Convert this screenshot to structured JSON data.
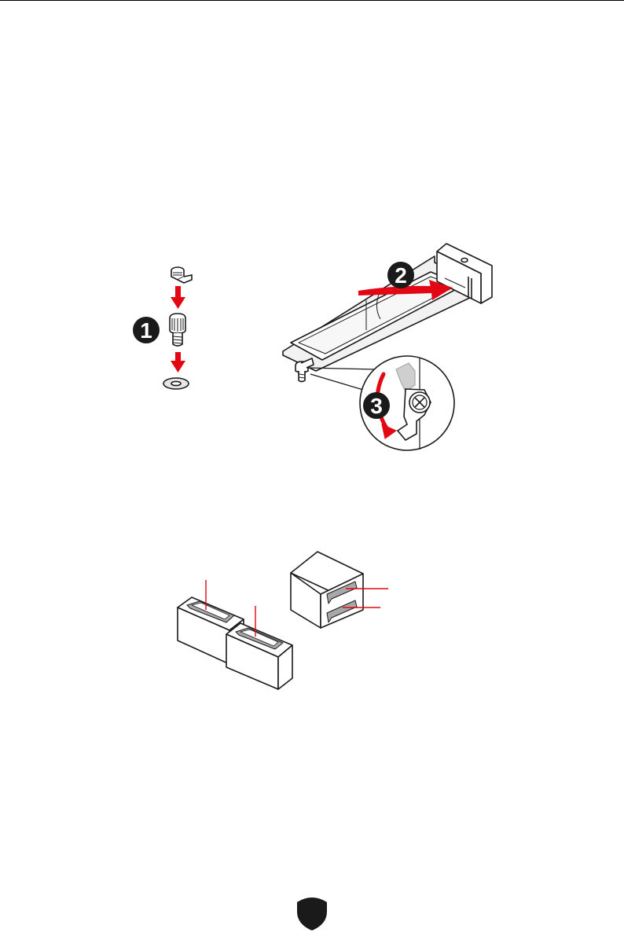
{
  "steps": [
    {
      "number": "1"
    },
    {
      "number": "2"
    },
    {
      "number": "3"
    }
  ],
  "colors": {
    "accent_red": "#e30613",
    "line": "#1a1a1a",
    "light_gray": "#cfcfcf",
    "mid_gray": "#a8a8a8"
  },
  "icons": {
    "footer": "shield-logo-icon"
  }
}
